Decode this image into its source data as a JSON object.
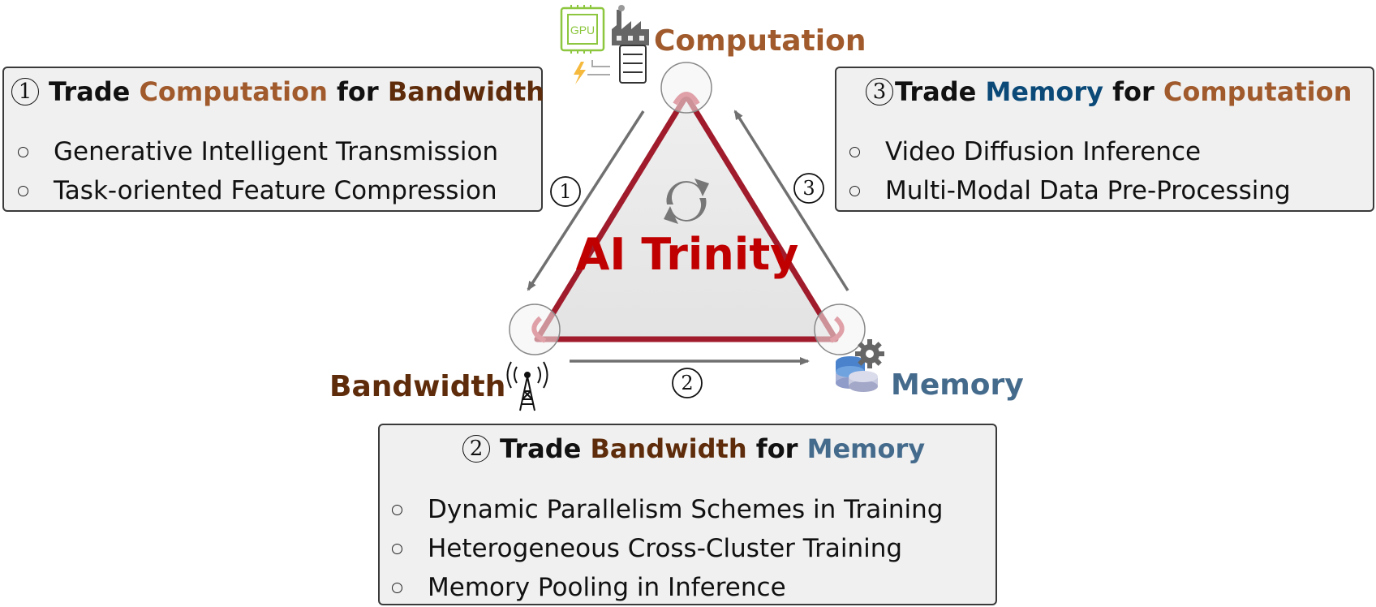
{
  "center": {
    "title": "AI Trinity"
  },
  "nodes": {
    "computation": "Computation",
    "bandwidth": "Bandwidth",
    "memory": "Memory",
    "gpu_text": "GPU"
  },
  "arrow_numbers": [
    "①",
    "②",
    "③"
  ],
  "panels": {
    "p1": {
      "num": "1",
      "trade": "Trade",
      "a": "Computation",
      "for": "for",
      "b": "Bandwidth",
      "items": [
        "Generative Intelligent Transmission",
        "Task-oriented Feature Compression"
      ]
    },
    "p2": {
      "num": "2",
      "trade": "Trade",
      "a": "Bandwidth",
      "for": "for",
      "b": "Memory",
      "items": [
        "Dynamic Parallelism Schemes in Training",
        "Heterogeneous Cross-Cluster Training",
        "Memory Pooling in Inference"
      ]
    },
    "p3": {
      "num": "3",
      "trade": "Trade",
      "a": "Memory",
      "for": "for",
      "b": "Computation",
      "items": [
        "Video Diffusion Inference",
        "Multi-Modal Data Pre-Processing"
      ]
    }
  },
  "colors": {
    "triangle": "#a01c2c",
    "title": "#c00000",
    "computation": "#a05a2c",
    "bandwidth": "#5e2c0a",
    "memory_title": "#0b4a78",
    "memory_label": "#456b8c",
    "gpu_green": "#8dc63f",
    "arrow": "#707070"
  }
}
